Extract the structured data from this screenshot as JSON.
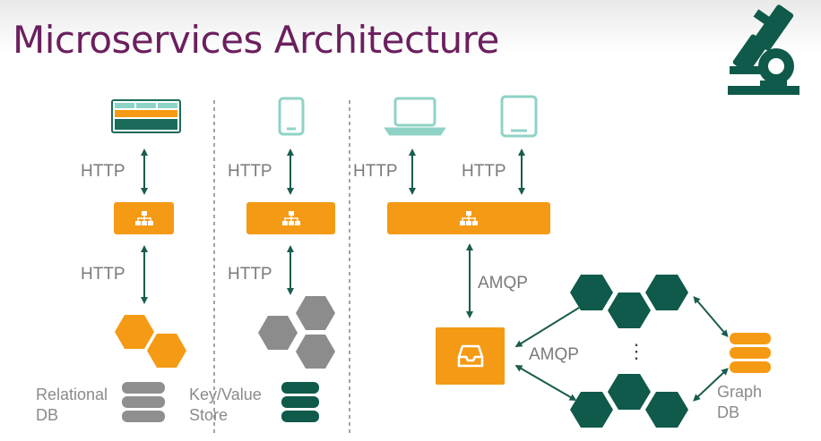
{
  "slide": {
    "title": "Microservices Architecture"
  },
  "protocols": {
    "http": "HTTP",
    "amqp": "AMQP"
  },
  "labels": {
    "relational_db_line1": "Relational",
    "relational_db_line2": "DB",
    "kv_store_line1": "Key/Value",
    "kv_store_line2": "Store",
    "graph_db_line1": "Graph",
    "graph_db_line2": "DB",
    "ellipsis": "⋮"
  },
  "colors": {
    "accent_orange": "#f59a14",
    "dark_green": "#0f5a4a",
    "teal_device": "#8fd3c6",
    "title_purple": "#6b1f5e",
    "grey_hex": "#8c8c8c",
    "grey_db": "#8f8f8f"
  },
  "icons": {
    "logo": "microscope-icon",
    "client1": "web-app-panel-icon",
    "client2": "mobile-phone-icon",
    "client3": "laptop-icon",
    "client4": "tablet-icon",
    "gateway": "sitemap-icon",
    "queue": "inbox-tray-icon"
  }
}
